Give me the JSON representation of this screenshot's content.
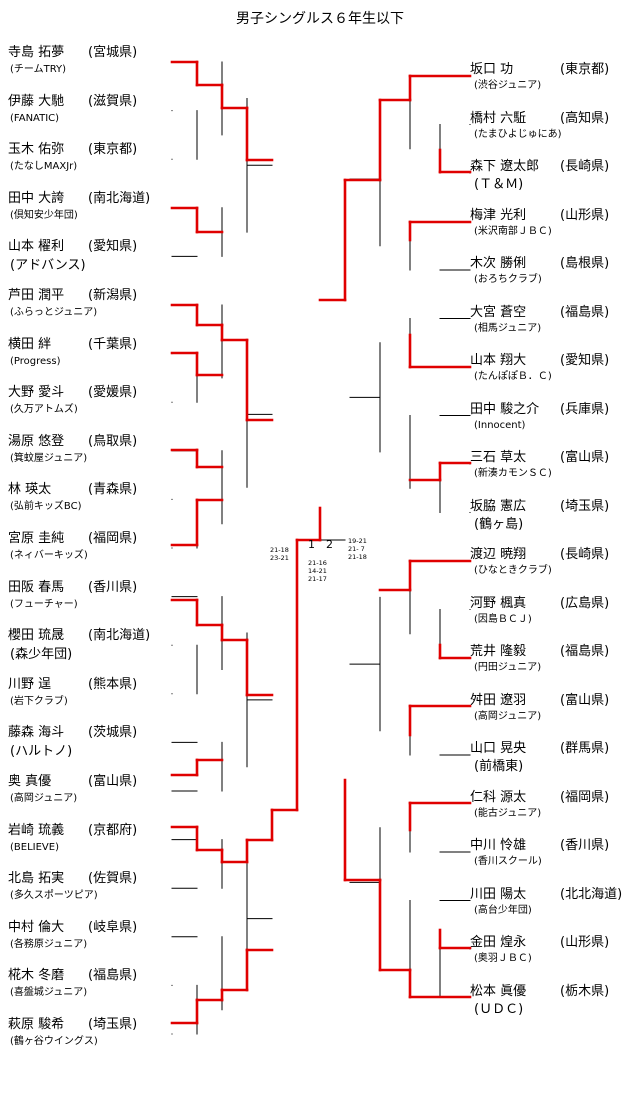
{
  "title": "男子シングルス６年生以下",
  "left_players": [
    {
      "name": "寺島 拓夢",
      "pref": "(宮城県)",
      "club": "(チームTRY)",
      "big": false
    },
    {
      "name": "伊藤 大馳",
      "pref": "(滋賀県)",
      "club": "(FANATIC)",
      "big": false
    },
    {
      "name": "玉木 佑弥",
      "pref": "(東京都)",
      "club": "(たなしMAXJr)",
      "big": false
    },
    {
      "name": "田中 大誇",
      "pref": "(南北海道)",
      "club": "(倶知安少年団)",
      "big": false
    },
    {
      "name": "山本 櫂利",
      "pref": "(愛知県)",
      "club": "(アドバンス)",
      "big": true
    },
    {
      "name": "芦田 潤平",
      "pref": "(新潟県)",
      "club": "(ふらっとジュニア)",
      "big": false
    },
    {
      "name": "横田 絆",
      "pref": "(千葉県)",
      "club": "(Progress)",
      "big": false
    },
    {
      "name": "大野 愛斗",
      "pref": "(愛媛県)",
      "club": "(久万アトムズ)",
      "big": false
    },
    {
      "name": "湯原 悠登",
      "pref": "(鳥取県)",
      "club": "(箕蚊屋ジュニア)",
      "big": false
    },
    {
      "name": "林 瑛太",
      "pref": "(青森県)",
      "club": "(弘前キッズBC)",
      "big": false
    },
    {
      "name": "宮原 圭純",
      "pref": "(福岡県)",
      "club": "(ネィバーキッズ)",
      "big": false
    },
    {
      "name": "田阪 春馬",
      "pref": "(香川県)",
      "club": "(フューチャー)",
      "big": false
    },
    {
      "name": "櫻田 琉晟",
      "pref": "(南北海道)",
      "club": "(森少年団)",
      "big": true
    },
    {
      "name": "川野 逞",
      "pref": "(熊本県)",
      "club": "(岩下クラブ)",
      "big": false
    },
    {
      "name": "藤森 海斗",
      "pref": "(茨城県)",
      "club": "(ハルトノ)",
      "big": true
    },
    {
      "name": "奥 真優",
      "pref": "(富山県)",
      "club": "(高岡ジュニア)",
      "big": false
    },
    {
      "name": "岩崎 琉義",
      "pref": "(京都府)",
      "club": "(BELIEVE)",
      "big": false
    },
    {
      "name": "北島 拓実",
      "pref": "(佐賀県)",
      "club": "(多久スポーツピア)",
      "big": false
    },
    {
      "name": "中村 倫大",
      "pref": "(岐阜県)",
      "club": "(各務原ジュニア)",
      "big": false
    },
    {
      "name": "椛木 冬磨",
      "pref": "(福島県)",
      "club": "(喜盤城ジュニア)",
      "big": false
    },
    {
      "name": "萩原 駿希",
      "pref": "(埼玉県)",
      "club": "(鶴ヶ谷ウイングス)",
      "big": false
    }
  ],
  "right_players": [
    {
      "name": "坂口 功",
      "pref": "(東京都)",
      "club": "(渋谷ジュニア)",
      "big": false
    },
    {
      "name": "橋村 六駈",
      "pref": "(高知県)",
      "club": "(たまひよじゅにあ)",
      "big": false
    },
    {
      "name": "森下 遼太郎",
      "pref": "(長崎県)",
      "club": "(Ｔ＆Ｍ)",
      "big": true
    },
    {
      "name": "梅津 光利",
      "pref": "(山形県)",
      "club": "(米沢南部ＪＢＣ)",
      "big": false
    },
    {
      "name": "木次 勝俐",
      "pref": "(島根県)",
      "club": "(おろちクラブ)",
      "big": false
    },
    {
      "name": "大宮 蒼空",
      "pref": "(福島県)",
      "club": "(相馬ジュニア)",
      "big": false
    },
    {
      "name": "山本 翔大",
      "pref": "(愛知県)",
      "club": "(たんぽぽＢ．Ｃ)",
      "big": false
    },
    {
      "name": "田中 駿之介",
      "pref": "(兵庫県)",
      "club": "(Innocent)",
      "big": false
    },
    {
      "name": "三石 草太",
      "pref": "(富山県)",
      "club": "(新湊カモンＳＣ)",
      "big": false
    },
    {
      "name": "坂脇 憲広",
      "pref": "(埼玉県)",
      "club": "(鶴ヶ島)",
      "big": true
    },
    {
      "name": "渡辺 暁翔",
      "pref": "(長崎県)",
      "club": "(ひなときクラブ)",
      "big": false
    },
    {
      "name": "河野 楓真",
      "pref": "(広島県)",
      "club": "(因島ＢＣＪ)",
      "big": false
    },
    {
      "name": "荒井 隆毅",
      "pref": "(福島県)",
      "club": "(円田ジュニア)",
      "big": false
    },
    {
      "name": "舛田 遼羽",
      "pref": "(富山県)",
      "club": "(高岡ジュニア)",
      "big": false
    },
    {
      "name": "山口 晃央",
      "pref": "(群馬県)",
      "club": "(前橋東)",
      "big": true
    },
    {
      "name": "仁科 源太",
      "pref": "(福岡県)",
      "club": "(能古ジュニア)",
      "big": false
    },
    {
      "name": "中川 怜雄",
      "pref": "(香川県)",
      "club": "(香川スクール)",
      "big": false
    },
    {
      "name": "川田 陽太",
      "pref": "(北北海道)",
      "club": "(高台少年団)",
      "big": false
    },
    {
      "name": "金田 煌永",
      "pref": "(山形県)",
      "club": "(奥羽ＪＢＣ)",
      "big": false
    },
    {
      "name": "松本 眞優",
      "pref": "(栃木県)",
      "club": "(ＵＤＣ)",
      "big": true
    }
  ],
  "final": {
    "left_games": "1",
    "right_games": "2",
    "scores_left": [
      "21-18",
      "23-21"
    ],
    "scores_mid": [
      "21-16",
      "14-21",
      "21-17"
    ],
    "scores_right": [
      "19-21",
      "21- 7",
      "21-18"
    ]
  }
}
